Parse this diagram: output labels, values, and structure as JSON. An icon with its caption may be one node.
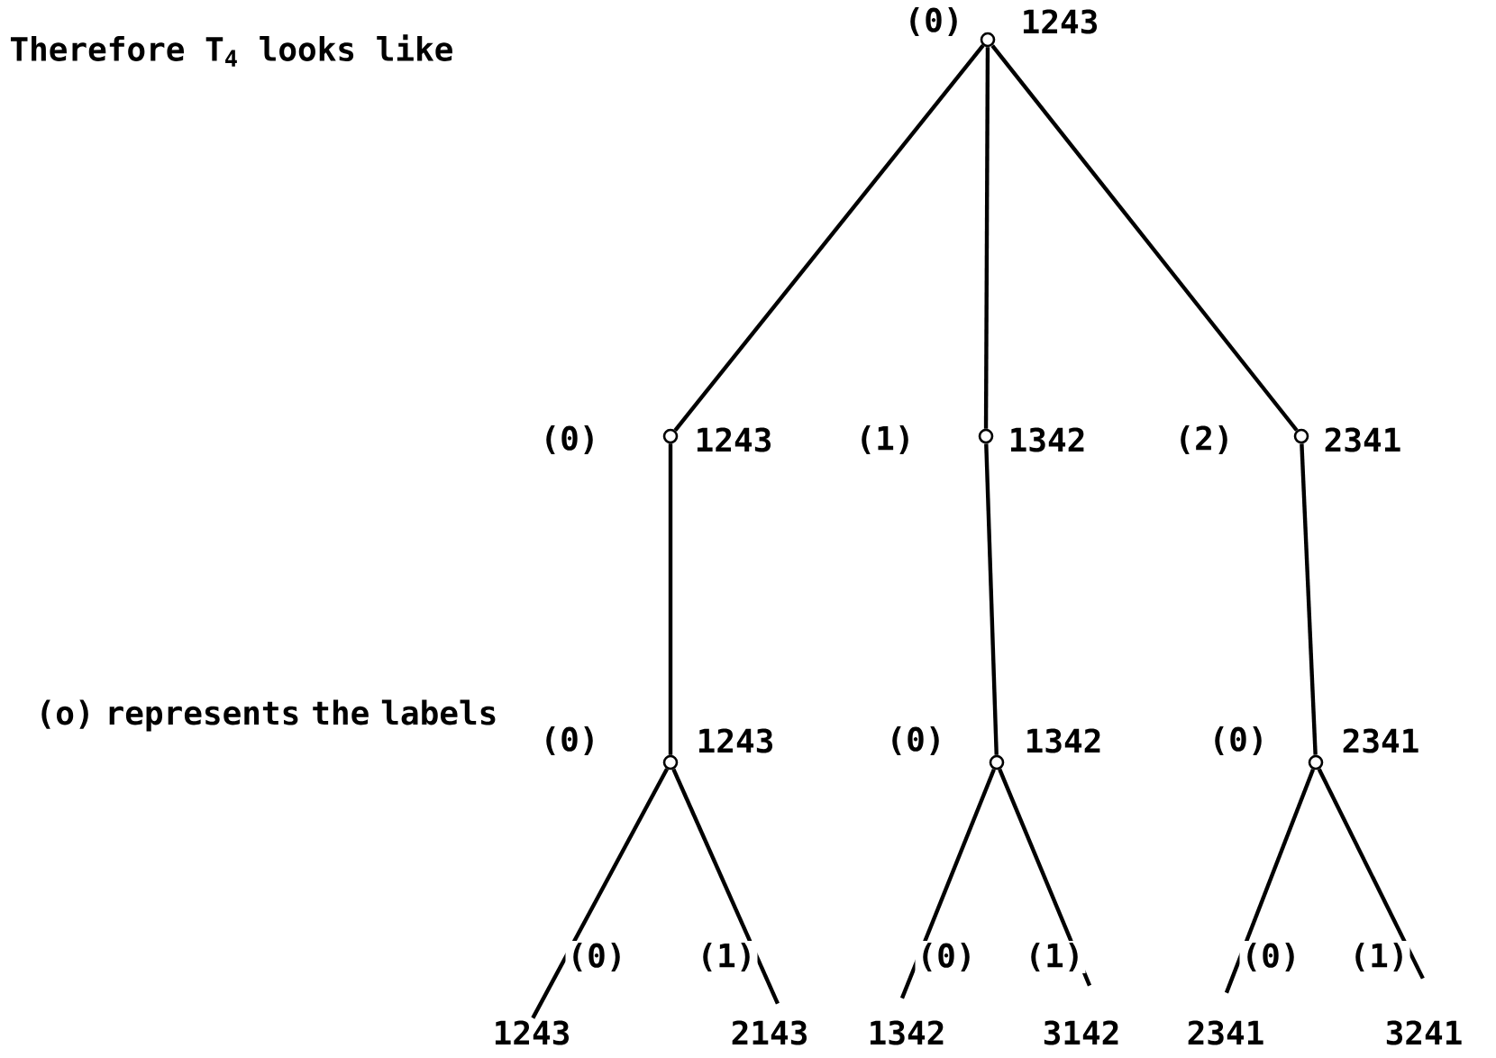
{
  "diagram": {
    "nodes": [
      {
        "text": [],
        "shape": "circle",
        "beside": [
          "(0)",
          "1243"
        ]
      },
      {
        "text": [],
        "shape": "circle",
        "beside": [
          "(0)",
          "1243"
        ]
      },
      {
        "text": [],
        "shape": "circle",
        "beside": [
          "(1)",
          "1342"
        ]
      },
      {
        "text": [],
        "shape": "circle",
        "beside": [
          "(2)",
          "2341"
        ]
      },
      {
        "text": [],
        "shape": "circle",
        "beside": [
          "(0)",
          "1243"
        ]
      },
      {
        "text": [],
        "shape": "circle",
        "beside": [
          "(0)",
          "1342"
        ]
      },
      {
        "text": [],
        "shape": "circle",
        "beside": [
          "(0)",
          "2341"
        ]
      },
      {
        "text": [
          "1243"
        ]
      },
      {
        "text": [
          "2143"
        ]
      },
      {
        "text": [
          "1342"
        ]
      },
      {
        "text": [
          "3142"
        ]
      },
      {
        "text": [
          "2341"
        ]
      },
      {
        "text": [
          "3241"
        ]
      }
    ],
    "edges": [
      {
        "from": 0,
        "to": 1,
        "arrow": "none"
      },
      {
        "from": 0,
        "to": 2,
        "arrow": "none"
      },
      {
        "from": 0,
        "to": 3,
        "arrow": "none"
      },
      {
        "from": 1,
        "to": 4,
        "arrow": "none"
      },
      {
        "from": 2,
        "to": 5,
        "arrow": "none"
      },
      {
        "from": 3,
        "to": 6,
        "arrow": "none"
      },
      {
        "from": 4,
        "to": 7,
        "arrow": "none",
        "label": "(0)"
      },
      {
        "from": 4,
        "to": 8,
        "arrow": "none",
        "label": "(1)"
      },
      {
        "from": 5,
        "to": 9,
        "arrow": "none",
        "label": "(0)"
      },
      {
        "from": 5,
        "to": 10,
        "arrow": "none",
        "label": "(1)"
      },
      {
        "from": 6,
        "to": 11,
        "arrow": "none",
        "label": "(0)"
      },
      {
        "from": 6,
        "to": 12,
        "arrow": "none",
        "label": "(1)"
      }
    ],
    "labels": [
      "Therefore T$_{4}$ looks like",
      "(o) represents the labels"
    ]
  }
}
